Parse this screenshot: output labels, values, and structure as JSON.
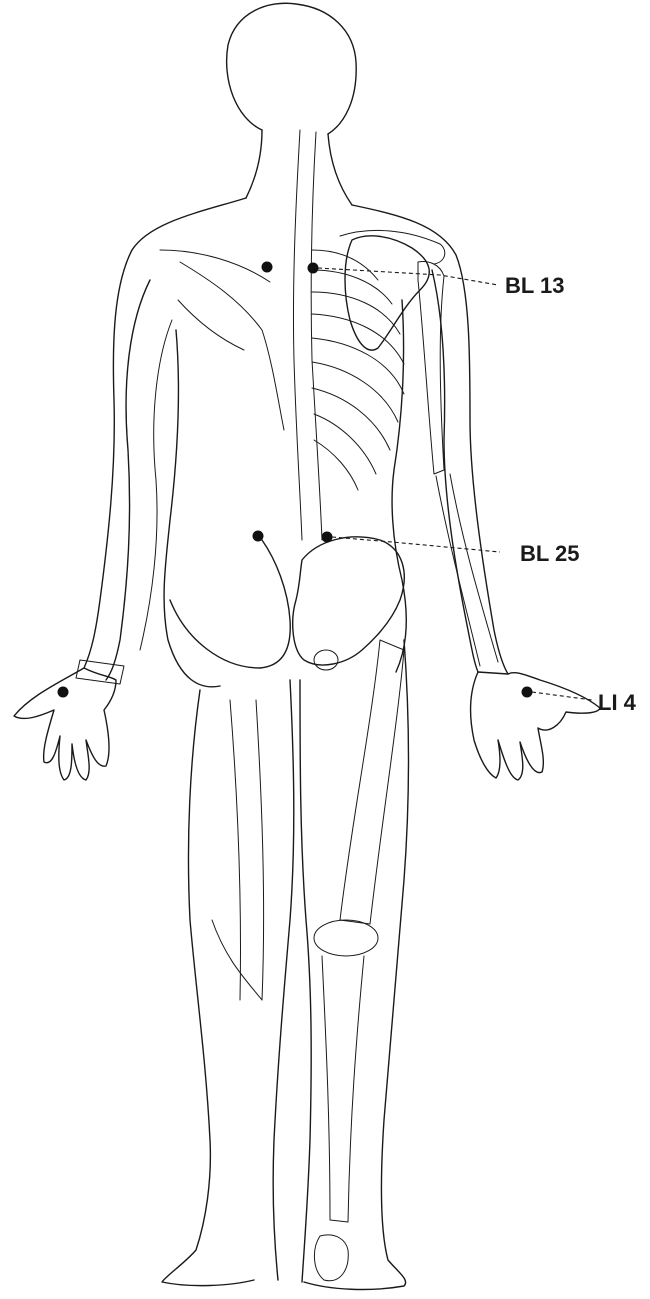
{
  "points": [
    {
      "id": "bl13",
      "label": "BL 13"
    },
    {
      "id": "bl25",
      "label": "BL 25"
    },
    {
      "id": "li4",
      "label": "LI 4"
    }
  ],
  "colors": {
    "ink": "#1a1a1a",
    "point": "#111111",
    "background": "#ffffff"
  }
}
